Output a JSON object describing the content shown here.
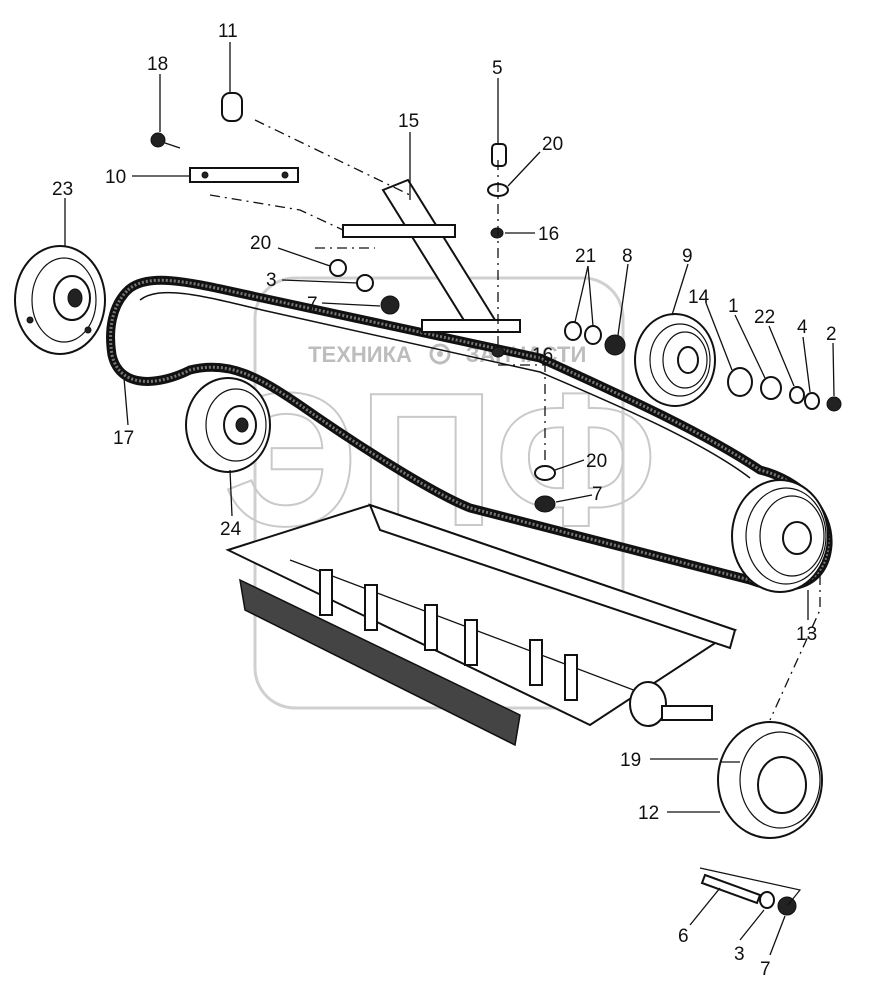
{
  "watermark": {
    "logo_letters": "ЭПФ",
    "caption_left": "ТЕХНИКА",
    "caption_right": "ЗАПЧАСТИ"
  },
  "callouts": [
    {
      "id": "c11",
      "label": "11"
    },
    {
      "id": "c18",
      "label": "18"
    },
    {
      "id": "c10",
      "label": "10"
    },
    {
      "id": "c23",
      "label": "23"
    },
    {
      "id": "c15",
      "label": "15"
    },
    {
      "id": "c5",
      "label": "5"
    },
    {
      "id": "c20a",
      "label": "20"
    },
    {
      "id": "c16a",
      "label": "16"
    },
    {
      "id": "c20b",
      "label": "20"
    },
    {
      "id": "c3a",
      "label": "3"
    },
    {
      "id": "c7a",
      "label": "7"
    },
    {
      "id": "c21",
      "label": "21"
    },
    {
      "id": "c8",
      "label": "8"
    },
    {
      "id": "c9",
      "label": "9"
    },
    {
      "id": "c14",
      "label": "14"
    },
    {
      "id": "c1",
      "label": "1"
    },
    {
      "id": "c22",
      "label": "22"
    },
    {
      "id": "c4",
      "label": "4"
    },
    {
      "id": "c2",
      "label": "2"
    },
    {
      "id": "c16b",
      "label": "16"
    },
    {
      "id": "c17",
      "label": "17"
    },
    {
      "id": "c20c",
      "label": "20"
    },
    {
      "id": "c7b",
      "label": "7"
    },
    {
      "id": "c24",
      "label": "24"
    },
    {
      "id": "c13",
      "label": "13"
    },
    {
      "id": "c19",
      "label": "19"
    },
    {
      "id": "c12",
      "label": "12"
    },
    {
      "id": "c6",
      "label": "6"
    },
    {
      "id": "c3b",
      "label": "3"
    },
    {
      "id": "c7c",
      "label": "7"
    }
  ]
}
